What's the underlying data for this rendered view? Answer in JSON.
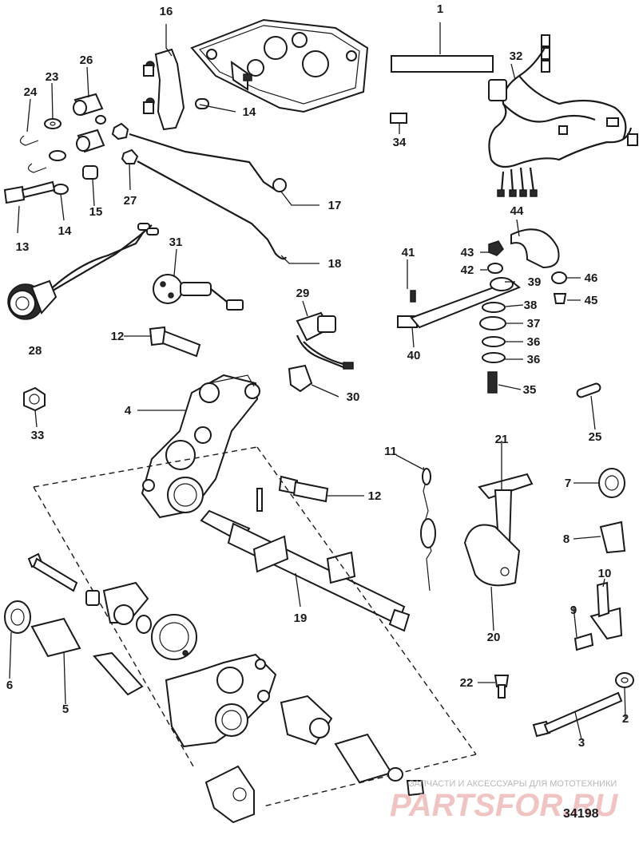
{
  "diagram": {
    "drawing_number": "34198",
    "watermark": {
      "tagline": "ЗАПЧАСТИ И АКСЕССУАРЫ ДЛЯ МОТОТЕХНИКИ",
      "brand": "PARTSFOR.RU"
    },
    "callouts": [
      "1",
      "2",
      "3",
      "4",
      "5",
      "6",
      "7",
      "8",
      "9",
      "10",
      "11",
      "12",
      "12",
      "13",
      "14",
      "14",
      "15",
      "16",
      "17",
      "18",
      "19",
      "20",
      "21",
      "22",
      "23",
      "24",
      "25",
      "26",
      "27",
      "28",
      "29",
      "30",
      "31",
      "32",
      "33",
      "34",
      "35",
      "36",
      "36",
      "37",
      "38",
      "39",
      "40",
      "41",
      "42",
      "43",
      "44",
      "45",
      "46"
    ]
  },
  "colors": {
    "line": "#1a1a1a",
    "background": "#ffffff",
    "watermark_brand": "#f1c4c4",
    "watermark_tagline": "#b8b8b8"
  }
}
